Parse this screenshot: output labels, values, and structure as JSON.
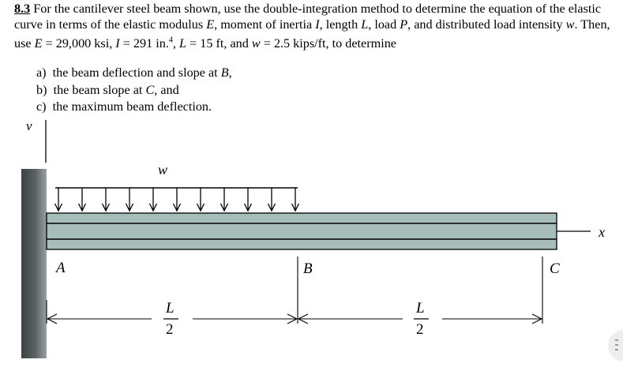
{
  "problem": {
    "number": "8.3",
    "statement_parts": [
      "For the cantilever steel beam shown, use the double-integration method to determine the equation of the elastic curve in terms of the elastic modulus ",
      "E",
      ", moment of inertia ",
      "I",
      ", length ",
      "L",
      ", load ",
      "P",
      ", and distributed load intensity ",
      "w",
      ".  Then, use ",
      "E",
      " = 29,000 ksi, ",
      "I",
      " = 291 in.",
      "4",
      ", ",
      "L",
      " = 15 ft, and ",
      "w",
      " = 2.5 kips/ft, to determine"
    ],
    "tasks": [
      {
        "marker": "a)",
        "text": "the beam deflection and slope at ",
        "var": "B",
        "suffix": ","
      },
      {
        "marker": "b)",
        "text": "the beam slope at ",
        "var": "C",
        "suffix": ", and"
      },
      {
        "marker": "c)",
        "text": "the maximum beam deflection.",
        "var": "",
        "suffix": ""
      }
    ]
  },
  "diagram": {
    "axis_v": "v",
    "axis_x": "x",
    "load_label": "w",
    "point_a": "A",
    "point_b": "B",
    "point_c": "C",
    "dim_left_num": "L",
    "dim_left_den": "2",
    "dim_right_num": "L",
    "dim_right_den": "2",
    "load_arrow_count": 11,
    "colors": {
      "wall_dark": "#4a4f50",
      "wall_light": "#8c9496",
      "beam_fill": "#a7bdb9",
      "beam_stroke": "#000000"
    }
  }
}
